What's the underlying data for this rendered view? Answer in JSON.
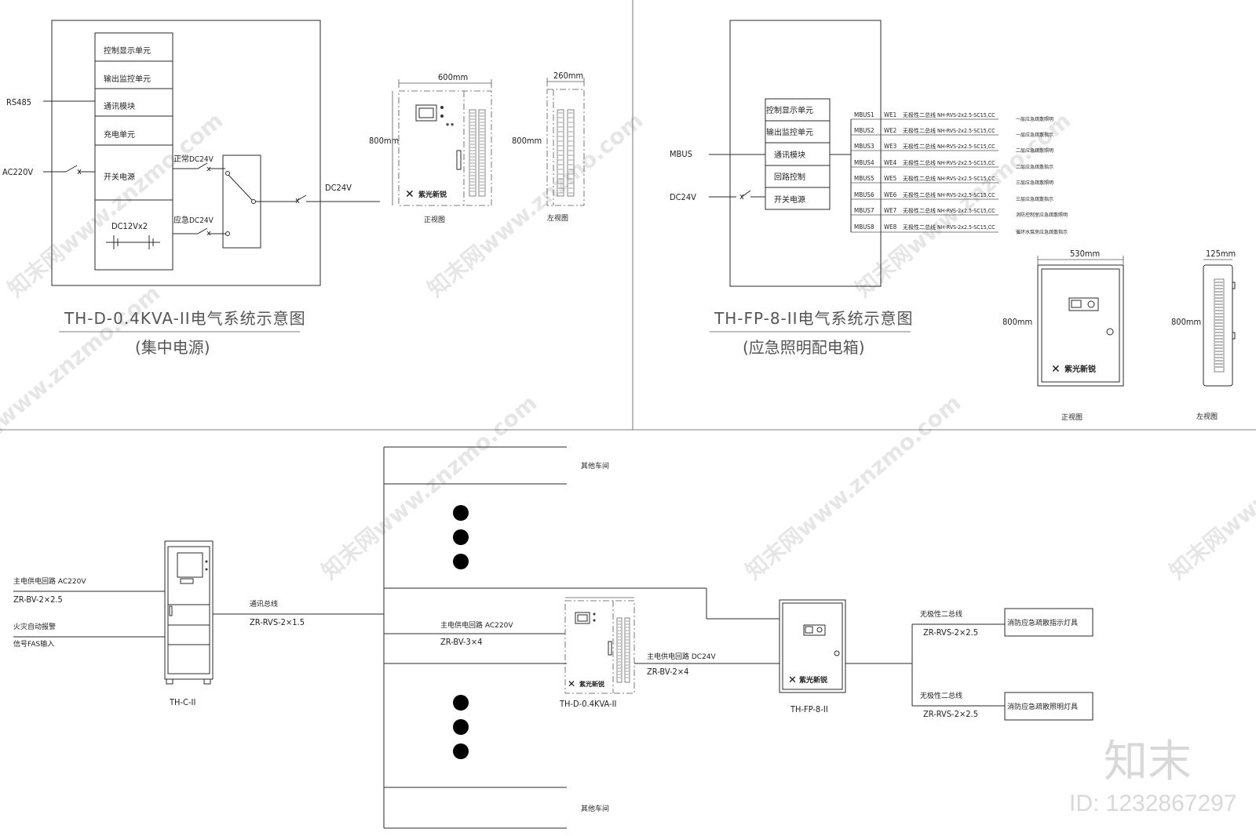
{
  "watermark": {
    "site_text": "知末网www.znzmo.com",
    "brand": "知末",
    "id_label": "ID: 1232867297"
  },
  "diagram1": {
    "title": "TH-D-0.4KVA-II电气系统示意图",
    "subtitle": "(集中电源)",
    "units": [
      "控制显示单元",
      "输出监控单元",
      "通讯模块",
      "充电单元",
      "开关电源"
    ],
    "battery": "DC12Vx2",
    "inputs": [
      "RS485",
      "AC220V"
    ],
    "normal_label": "正常DC24V",
    "emergency_label": "应急DC24V",
    "output_label": "DC24V",
    "front_view": {
      "width": "600mm",
      "height": "800mm",
      "caption": "正视图",
      "brand": "紫光新锐"
    },
    "side_view": {
      "width": "260mm",
      "height": "800mm",
      "caption": "左视图"
    }
  },
  "diagram2": {
    "title": "TH-FP-8-II电气系统示意图",
    "subtitle": "(应急照明配电箱)",
    "units": [
      "控制显示单元",
      "输出监控单元",
      "通讯模块",
      "回路控制",
      "开关电源"
    ],
    "inputs": [
      "MBUS",
      "DC24V"
    ],
    "circuits": [
      {
        "bus": "MBUS1",
        "we": "WE1",
        "cable": "无极性二总线 NH-RVS-2x2.5-SC15,CC",
        "dest": "一层应急疏散照明"
      },
      {
        "bus": "MBUS2",
        "we": "WE2",
        "cable": "无极性二总线 NH-RVS-2x2.5-SC15,CC",
        "dest": "一层应急疏散指示"
      },
      {
        "bus": "MBUS3",
        "we": "WE3",
        "cable": "无极性二总线 NH-RVS-2x2.5-SC15,CC",
        "dest": "二层应急疏散照明"
      },
      {
        "bus": "MBUS4",
        "we": "WE4",
        "cable": "无极性二总线 NH-RVS-2x2.5-SC15,CC",
        "dest": "二层应急疏散指示"
      },
      {
        "bus": "MBUS5",
        "we": "WE5",
        "cable": "无极性二总线 NH-RVS-2x2.5-SC15,CC",
        "dest": "三层应急疏散照明"
      },
      {
        "bus": "MBUS6",
        "we": "WE6",
        "cable": "无极性二总线 NH-RVS-2x2.5-SC15,CC",
        "dest": "三层应急疏散指示"
      },
      {
        "bus": "MBUS7",
        "we": "WE7",
        "cable": "无极性二总线 NH-RVS-2x2.5-SC15,CC",
        "dest": "消防控制室应急疏散照明"
      },
      {
        "bus": "MBUS8",
        "we": "WE8",
        "cable": "无极性二总线 NH-RVS-2x2.5-SC15,CC",
        "dest": "循环水泵房应急疏散指示"
      }
    ],
    "front_view": {
      "width": "530mm",
      "height": "800mm",
      "caption": "正视图",
      "brand": "紫光新锐"
    },
    "side_view": {
      "width": "125mm",
      "height": "800mm",
      "caption": "左视图"
    }
  },
  "diagram3": {
    "thc_label": "TH-C-II",
    "main_supply": {
      "label": "主电供电回路 AC220V",
      "cable": "ZR-BV-2×2.5"
    },
    "fire_alarm": {
      "label": "火灾自动报警",
      "sub": "信号FAS输入"
    },
    "comm_bus": {
      "label": "通讯总线",
      "cable": "ZR-RVS-2×1.5"
    },
    "other_workshop": "其他车间",
    "thd_supply": {
      "label": "主电供电回路 AC220V",
      "cable": "ZR-BV-3×4"
    },
    "thd_label": "TH-D-0.4KVA-II",
    "dc_supply": {
      "label": "主电供电回路 DC24V",
      "cable": "ZR-BV-2×4"
    },
    "thfp_label": "TH-FP-8-II",
    "branch_label": "无极性二总线",
    "branch_cable": "ZR-RVS-2×2.5",
    "fixtures": [
      "消防应急疏散指示灯具",
      "消防应急疏散照明灯具"
    ],
    "brand": "紫光新锐"
  }
}
